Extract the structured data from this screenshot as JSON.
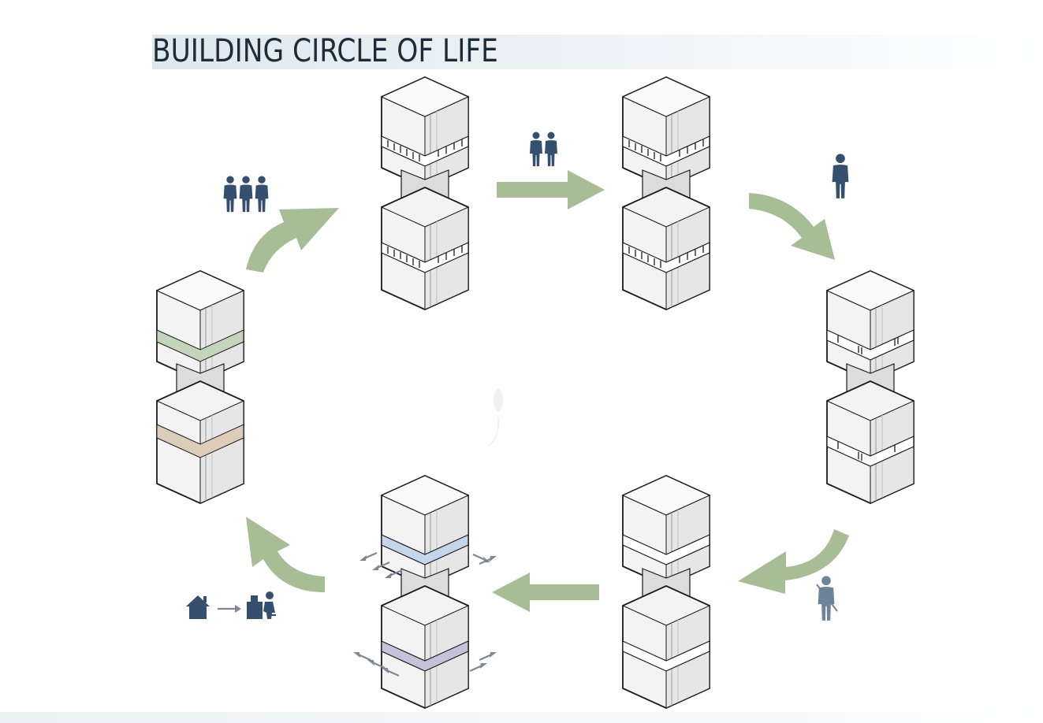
{
  "title": "BUILDING CIRCLE OF LIFE",
  "colors": {
    "arrow": "#a6bd95",
    "people": "#34506e",
    "people_light": "#6d8399",
    "outline": "#1b1b1b",
    "band_green": "#c3d6bb",
    "band_tan": "#dccdb9",
    "band_blue": "#c4d6ea",
    "band_purple": "#c5c2da"
  },
  "stages": [
    {
      "name": "tower-full-occupancy",
      "occupants": 3,
      "band": "people"
    },
    {
      "name": "tower-partial-occupancy",
      "occupants": 2,
      "band": "people"
    },
    {
      "name": "tower-low-occupancy",
      "occupants": 1,
      "band": "people-sparse"
    },
    {
      "name": "tower-vacant",
      "occupants": 0,
      "band": "empty"
    },
    {
      "name": "tower-ventilation",
      "occupants": 0,
      "band": "airflow"
    },
    {
      "name": "tower-conversion",
      "occupants": 0,
      "band": "mixed-use"
    }
  ],
  "icons": {
    "three_people": "three-people-icon",
    "two_people": "two-people-icon",
    "one_person": "person-icon",
    "worker": "worker-icon",
    "house": "house-icon",
    "office": "office-worker-icon"
  }
}
